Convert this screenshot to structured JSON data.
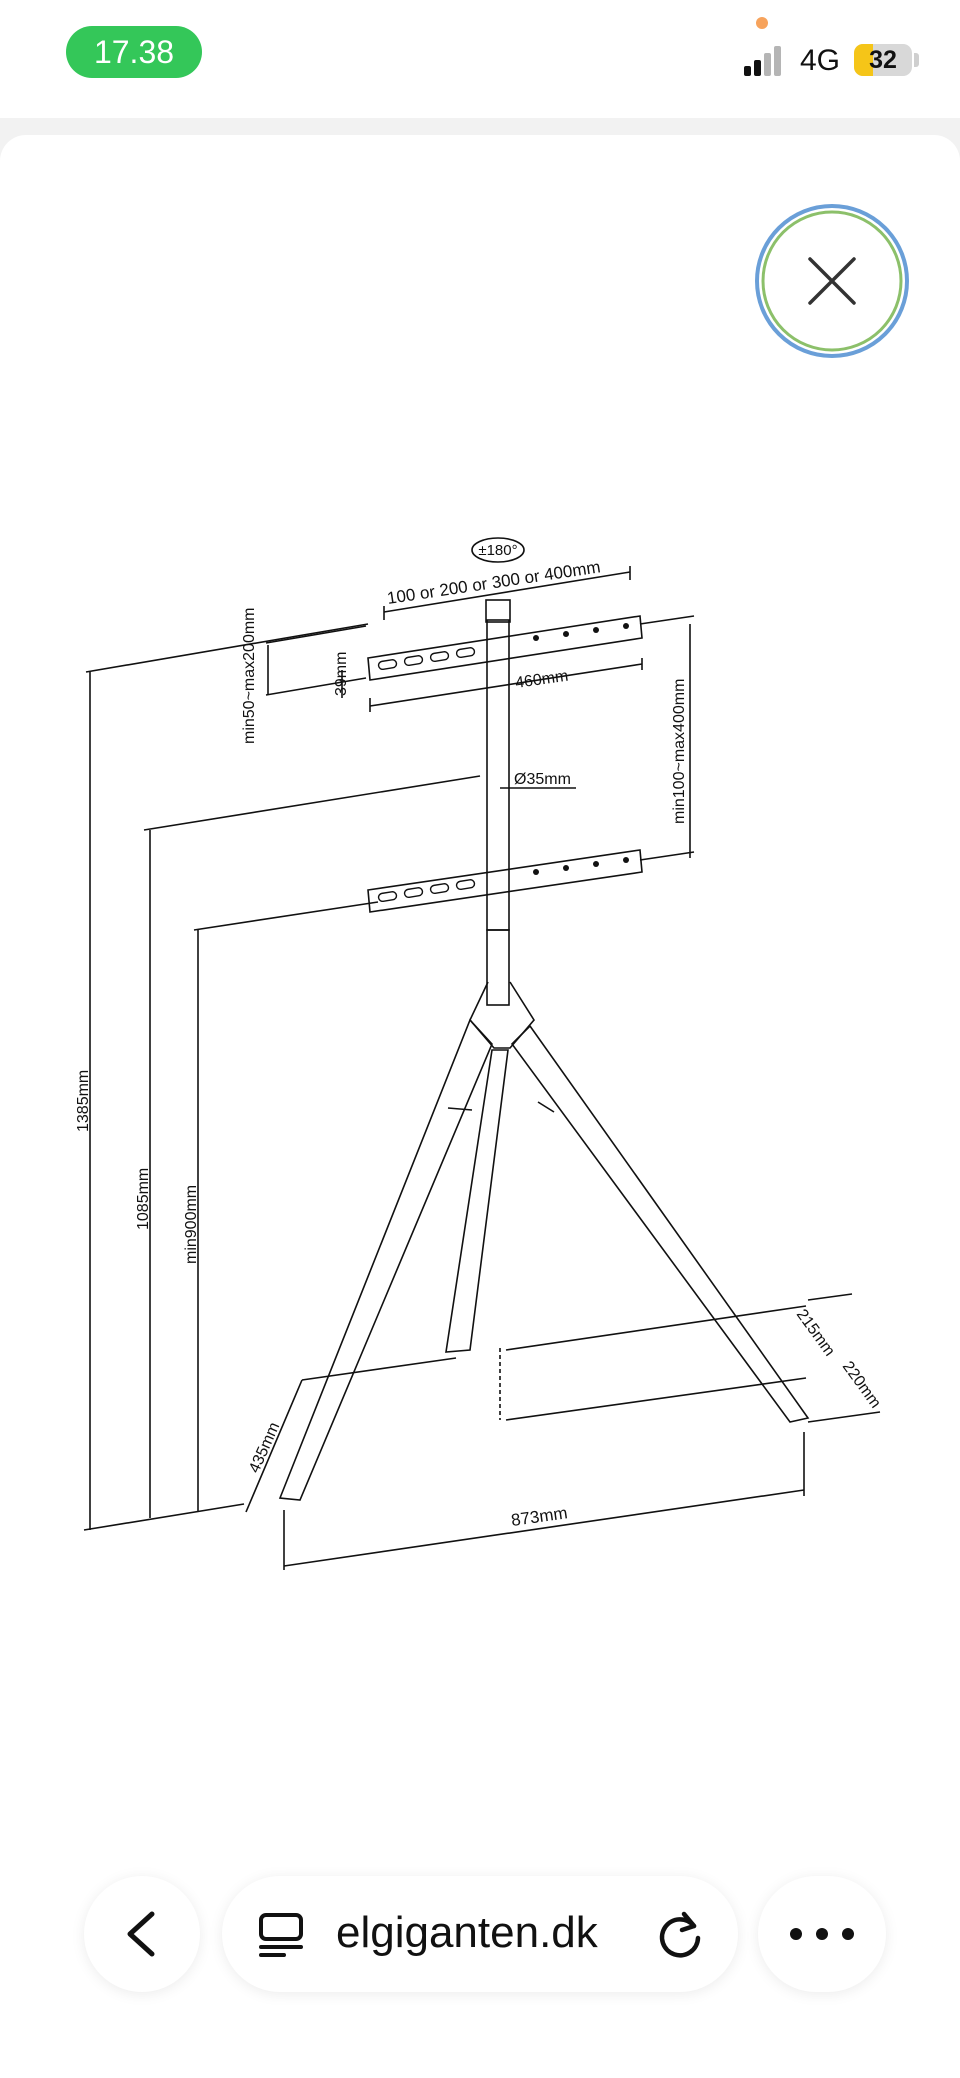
{
  "status_bar": {
    "time": "17.38",
    "network": "4G",
    "battery_level": "32",
    "battery_fraction": 0.32
  },
  "address_bar": {
    "domain": "elgiganten.dk"
  },
  "drawing": {
    "labels": {
      "rotation": "±180°",
      "vesa_width": "100 or 200 or 300 or 400mm",
      "vesa_height_range": "min50~max200mm",
      "bracket_height": "39mm",
      "bracket_length": "460mm",
      "pole_diameter": "Ø35mm",
      "bracket_spacing": "min100~max400mm",
      "total_height": "1385mm",
      "mid_height": "1085mm",
      "min_height": "min900mm",
      "depth_front": "435mm",
      "leg_offset_1": "215mm",
      "leg_offset_2": "220mm",
      "base_width": "873mm"
    }
  },
  "colors": {
    "time_pill": "#34c759",
    "battery": "#f5c518",
    "close_ring_outer": "#6a9fd8",
    "close_ring_inner": "#8cc06a"
  }
}
